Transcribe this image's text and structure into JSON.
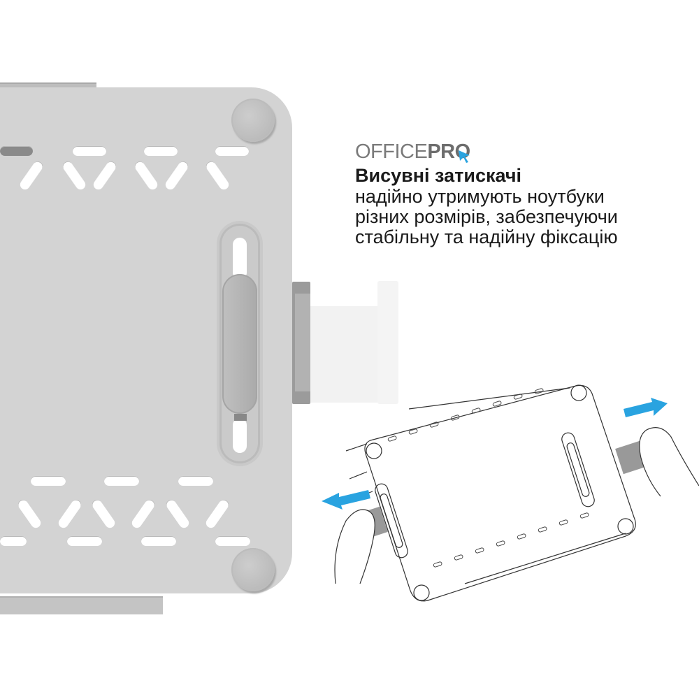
{
  "brand": {
    "logo_part1": "OFFICE",
    "logo_part2": "PRO",
    "accent_color": "#29a3e0",
    "logo_color": "#7a7a7a"
  },
  "feature": {
    "headline": "Висувні затискачі",
    "body_lines": [
      "надійно утримують ноутбуки",
      "різних розмірів, забезпечуючи",
      "стабільну та надійну фіксацію"
    ]
  },
  "product": {
    "plate_color": "#d3d3d3",
    "clamp_color": "#9b9b9b",
    "illustration_arrows": [
      "arrow-left",
      "arrow-right"
    ]
  }
}
